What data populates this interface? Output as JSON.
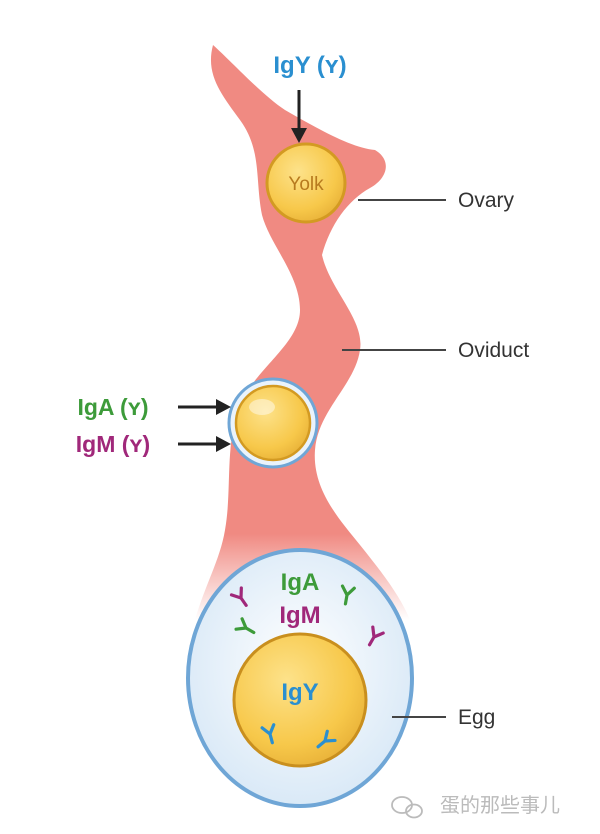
{
  "antibodies": {
    "igy_top": "IgY (ʏ)",
    "iga_side": "IgA (ʏ)",
    "igm_side": "IgM (ʏ)",
    "iga_egg": "IgA",
    "igm_egg": "IgM",
    "igy_egg": "IgY"
  },
  "yolk_label": "Yolk",
  "parts": {
    "ovary": "Ovary",
    "oviduct": "Oviduct",
    "egg": "Egg"
  },
  "watermark": {
    "text": "蛋的那些事儿",
    "icon": "wechat-icon"
  },
  "colors": {
    "tissue": "#f08a82",
    "tissue_edge": "#e06e68",
    "yolk": "#f7c84a",
    "yolk_edge": "#d39a22",
    "egg_fill": "#dcebf7",
    "egg_edge": "#6fa6d6",
    "igy": "#2a8fd0",
    "iga": "#3d9b3a",
    "igm": "#a0287a",
    "arrow": "#222222",
    "label_text": "#333333",
    "watermark": "#bbbbbb"
  }
}
